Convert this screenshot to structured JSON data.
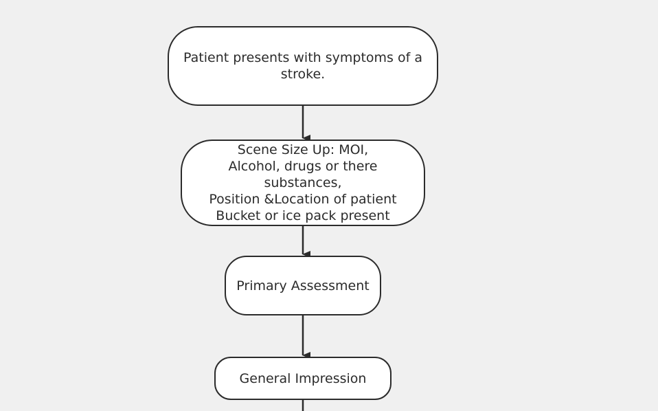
{
  "colors": {
    "background": "#f0f0f0",
    "node_fill": "#ffffff",
    "stroke": "#2b2b2b"
  },
  "flowchart": {
    "nodes": [
      {
        "id": "n1",
        "text": "Patient presents with symptoms of a\nstroke."
      },
      {
        "id": "n2",
        "text": "Scene Size Up: MOI,\nAlcohol, drugs or there\nsubstances,\nPosition &Location of patient\nBucket or ice pack present"
      },
      {
        "id": "n3",
        "text": "Primary Assessment"
      },
      {
        "id": "n4",
        "text": "General Impression"
      }
    ],
    "edges": [
      {
        "from": "n1",
        "to": "n2"
      },
      {
        "from": "n2",
        "to": "n3"
      },
      {
        "from": "n3",
        "to": "n4"
      },
      {
        "from": "n4",
        "to": "continues-below"
      }
    ]
  }
}
